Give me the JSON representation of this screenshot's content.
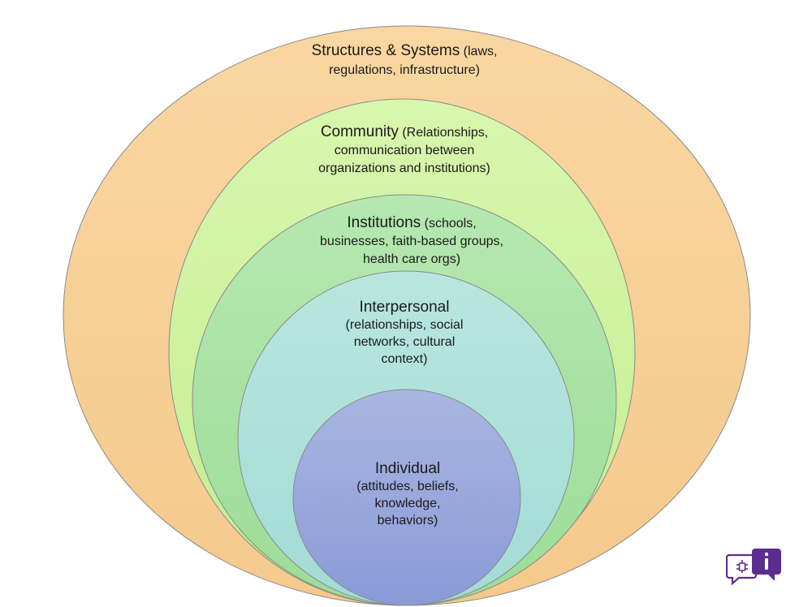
{
  "diagram": {
    "rings": [
      {
        "title": "Structures & Systems",
        "desc_inline": "(laws,",
        "desc_lines": [
          "regulations, infrastructure)"
        ],
        "color": "#F8D49C"
      },
      {
        "title": "Community",
        "desc_inline": "(Relationships,",
        "desc_lines": [
          "communication between",
          "organizations and institutions)"
        ],
        "color": "#CFF2A0"
      },
      {
        "title": "Institutions",
        "desc_inline": "(schools,",
        "desc_lines": [
          "businesses, faith-based groups,",
          "health care orgs)"
        ],
        "color": "#A9E2A6"
      },
      {
        "title": "Interpersonal",
        "desc_inline": "",
        "desc_lines": [
          "(relationships, social",
          "networks, cultural",
          "context)"
        ],
        "color": "#ACE0DC"
      },
      {
        "title": "Individual",
        "desc_inline": "",
        "desc_lines": [
          "(attitudes, beliefs,",
          "knowledge,",
          "behaviors)"
        ],
        "color": "#9AA8DC"
      }
    ]
  },
  "badge": {
    "icon": "chat-bubbles-icon",
    "accent": "#5C2D91"
  }
}
